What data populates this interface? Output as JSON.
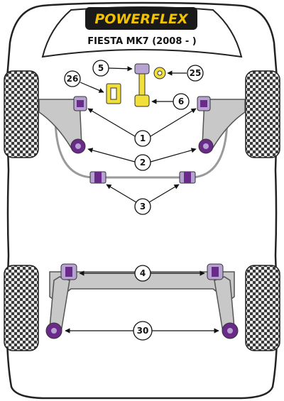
{
  "brand": {
    "logo_text": "POWERFLEX",
    "logo_color": "#f2c200",
    "logo_bg": "#1a1a1a"
  },
  "model": {
    "title": "FIESTA MK7 (2008 - )"
  },
  "colors": {
    "bushing_purple": "#6a2a8a",
    "bushing_lilac": "#b7a3d2",
    "bushing_yellow": "#f2df3a",
    "arm_grey": "#c8c8c8",
    "tyre_dark": "#3a3a3a"
  },
  "callouts": [
    {
      "id": "c1",
      "label": "1"
    },
    {
      "id": "c2",
      "label": "2"
    },
    {
      "id": "c3",
      "label": "3"
    },
    {
      "id": "c4",
      "label": "4"
    },
    {
      "id": "c5",
      "label": "5"
    },
    {
      "id": "c6",
      "label": "6"
    },
    {
      "id": "c25",
      "label": "25"
    },
    {
      "id": "c26",
      "label": "26"
    },
    {
      "id": "c30",
      "label": "30"
    }
  ]
}
